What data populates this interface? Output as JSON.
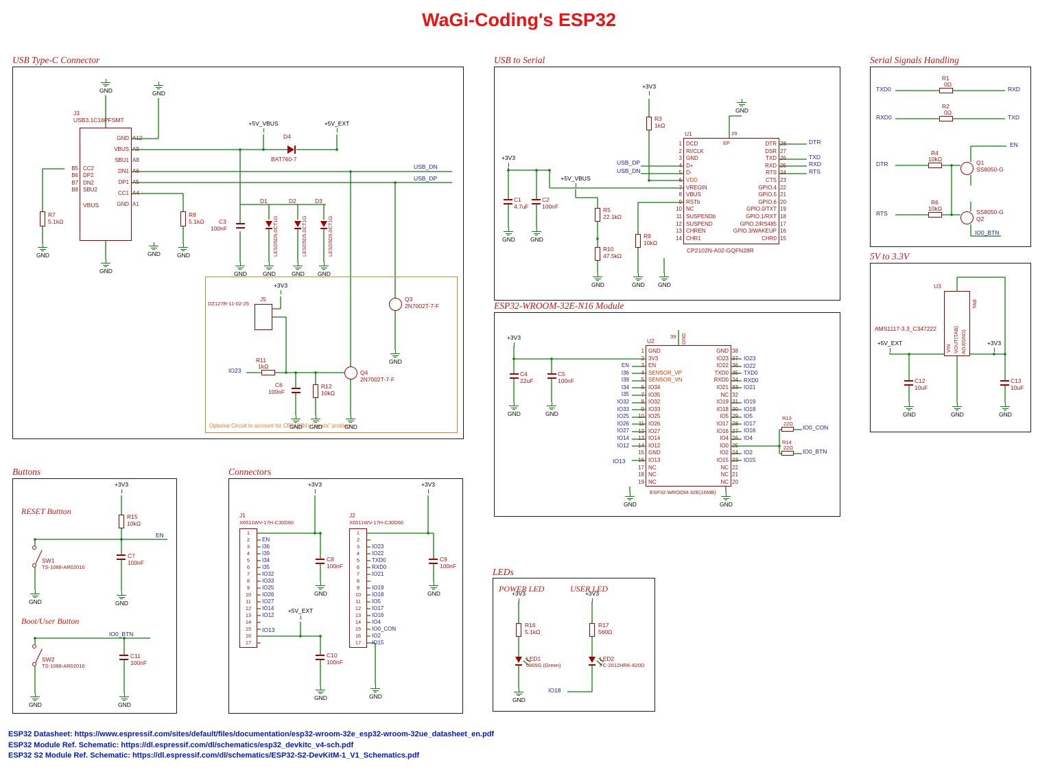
{
  "title": "WaGi-Coding's ESP32",
  "common": {
    "gnd": "GND",
    "v33": "+3V3",
    "v5_vbus": "+5V_VBUS",
    "v5_ext": "+5V_EXT"
  },
  "usb_c": {
    "title": "USB Type-C Connector",
    "j3_ref": "J3",
    "j3_part": "USB3.1C16PFSMT",
    "j3_left_pins": [
      {
        "pad": "B5",
        "name": "CC2"
      },
      {
        "pad": "B6",
        "name": "DP2"
      },
      {
        "pad": "B7",
        "name": "DN2"
      },
      {
        "pad": "B8",
        "name": "SBU2"
      }
    ],
    "j3_right_pins": [
      {
        "pad": "A12",
        "name": "GND"
      },
      {
        "pad": "A9",
        "name": "VBUS"
      },
      {
        "pad": "A8",
        "name": "SBU1"
      },
      {
        "pad": "A6",
        "name": "DN1"
      },
      {
        "pad": "A5",
        "name": "DP1"
      },
      {
        "pad": "A4",
        "name": "CC1"
      },
      {
        "pad": "A1",
        "name": "GND"
      }
    ],
    "vbus_extra": "VBUS",
    "r7_ref": "R7",
    "r7_val": "5.1kΩ",
    "r8_ref": "R8",
    "r8_val": "5.1kΩ",
    "c3_ref": "C3",
    "c3_val": "100nF",
    "d1_ref": "D1",
    "d1_val": "LESD5D5.0CT1G",
    "d2_ref": "D2",
    "d2_val": "LESD5D5.0CT1G",
    "d3_ref": "D3",
    "d3_val": "LESD5D5.0CT1G",
    "d4_ref": "D4",
    "d4_val": "BAT760-7",
    "net_usb_dn": "USB_DN",
    "net_usb_dp": "USB_DP",
    "optional": {
      "note": "Optional Circuit to account for CP2102N's \"errata\" problem",
      "j5_ref": "J5",
      "j5_part": "DZ127R-11-02-25",
      "r11_ref": "R11",
      "r11_val": "1kΩ",
      "r12_ref": "R12",
      "r12_val": "10kΩ",
      "c6_ref": "C6",
      "c6_val": "100nF",
      "q3_ref": "Q3",
      "q3_val": "2N7002T-7-F",
      "q4_ref": "Q4",
      "q4_val": "2N7002T-7-F",
      "net_io23": "IO23"
    }
  },
  "usb_serial": {
    "title": "USB to Serial",
    "u1_ref": "U1",
    "u1_part": "CP2102N-A02-GQFN28R",
    "ep_name": "EP",
    "ep_num": "29",
    "left_pins": [
      {
        "n": "1",
        "name": "DCD"
      },
      {
        "n": "2",
        "name": "RI/CLK"
      },
      {
        "n": "3",
        "name": "GND"
      },
      {
        "n": "4",
        "name": "D+"
      },
      {
        "n": "5",
        "name": "D-"
      },
      {
        "n": "6",
        "name": "VDD"
      },
      {
        "n": "7",
        "name": "VREGIN"
      },
      {
        "n": "8",
        "name": "VBUS"
      },
      {
        "n": "9",
        "name": "RSTb"
      },
      {
        "n": "10",
        "name": "NC"
      },
      {
        "n": "11",
        "name": "SUSPENDb"
      },
      {
        "n": "12",
        "name": "SUSPEND"
      },
      {
        "n": "13",
        "name": "CHREN"
      },
      {
        "n": "14",
        "name": "CHR1"
      }
    ],
    "right_pins": [
      {
        "n": "28",
        "name": "DTR"
      },
      {
        "n": "27",
        "name": "DSR"
      },
      {
        "n": "26",
        "name": "TXD"
      },
      {
        "n": "25",
        "name": "RXD"
      },
      {
        "n": "24",
        "name": "RTS"
      },
      {
        "n": "23",
        "name": "CTS"
      },
      {
        "n": "22",
        "name": "GPIO.4"
      },
      {
        "n": "21",
        "name": "GPIO.5"
      },
      {
        "n": "20",
        "name": "GPIO.6"
      },
      {
        "n": "19",
        "name": "GPIO.0/TXT"
      },
      {
        "n": "18",
        "name": "GPIO.1/RXT"
      },
      {
        "n": "17",
        "name": "GPIO.2/RS485"
      },
      {
        "n": "16",
        "name": "GPIO.3/WAKEUP"
      },
      {
        "n": "15",
        "name": "CHR0"
      }
    ],
    "r3_ref": "R3",
    "r3_val": "1kΩ",
    "c1_ref": "C1",
    "c1_val": "4.7uF",
    "c2_ref": "C2",
    "c2_val": "100nF",
    "r5_ref": "R5",
    "r5_val": "22.1kΩ",
    "r9_ref": "R9",
    "r9_val": "10kΩ",
    "r10_ref": "R10",
    "r10_val": "47.5kΩ",
    "net_usb_dp": "USB_DP",
    "net_usb_dn": "USB_DN",
    "net_dtr": "DTR",
    "net_txd": "TXD",
    "net_rxd": "RXD",
    "net_rts": "RTS"
  },
  "serial_handling": {
    "title": "Serial Signals Handling",
    "rows01": [
      {
        "in": "TXD0",
        "ref": "R1",
        "val": "0Ω",
        "out": "RXD"
      },
      {
        "in": "RXD0",
        "ref": "R2",
        "val": "0Ω",
        "out": "TXD"
      }
    ],
    "r4_ref": "R4",
    "r4_val": "10kΩ",
    "r6_ref": "R6",
    "r6_val": "10kΩ",
    "q1_ref": "Q1",
    "q1_val": "SS8050-G",
    "q2_ref": "Q2",
    "q2_val": "SS8050-G",
    "net_dtr": "DTR",
    "net_rts": "RTS",
    "net_en": "EN",
    "net_io0btn": "IO0_BTN"
  },
  "ldo": {
    "title": "5V to 3.3V",
    "u3_ref": "U3",
    "u3_part": "AMS1117-3.3_C347222",
    "pin_vin": "VIN",
    "pin_vout": "VOUT(TAB)",
    "pin_adj": "ADJ(GND)",
    "pin_tab": "TAB",
    "c12_ref": "C12",
    "c12_val": "10uF",
    "c13_ref": "C13",
    "c13_val": "10uF"
  },
  "esp32": {
    "title": "ESP32-WROOM-32E-N16 Module",
    "u2_ref": "U2",
    "u2_part": "ESP32-WROOM-32E(16MB)",
    "top_pin_name": "GND",
    "top_pin_num": "39",
    "left_pins": [
      {
        "n": "1",
        "name": "GND"
      },
      {
        "n": "2",
        "name": "3V3"
      },
      {
        "n": "3",
        "name": "EN"
      },
      {
        "n": "4",
        "name": "SENSOR_VP"
      },
      {
        "n": "5",
        "name": "SENSOR_VN"
      },
      {
        "n": "6",
        "name": "IO34"
      },
      {
        "n": "7",
        "name": "IO35"
      },
      {
        "n": "8",
        "name": "IO32"
      },
      {
        "n": "9",
        "name": "IO33"
      },
      {
        "n": "10",
        "name": "IO25"
      },
      {
        "n": "11",
        "name": "IO26"
      },
      {
        "n": "12",
        "name": "IO27"
      },
      {
        "n": "13",
        "name": "IO14"
      },
      {
        "n": "14",
        "name": "IO12"
      },
      {
        "n": "15",
        "name": "GND"
      },
      {
        "n": "16",
        "name": "IO13"
      },
      {
        "n": "17",
        "name": "NC"
      },
      {
        "n": "18",
        "name": "NC"
      },
      {
        "n": "19",
        "name": "NC"
      }
    ],
    "right_pins": [
      {
        "n": "38",
        "name": "GND"
      },
      {
        "n": "37",
        "name": "IO23"
      },
      {
        "n": "36",
        "name": "IO22"
      },
      {
        "n": "35",
        "name": "TXD0"
      },
      {
        "n": "34",
        "name": "RXD0"
      },
      {
        "n": "33",
        "name": "IO21"
      },
      {
        "n": "32",
        "name": "NC"
      },
      {
        "n": "31",
        "name": "IO19"
      },
      {
        "n": "30",
        "name": "IO18"
      },
      {
        "n": "29",
        "name": "IO5"
      },
      {
        "n": "28",
        "name": "IO17"
      },
      {
        "n": "27",
        "name": "IO16"
      },
      {
        "n": "26",
        "name": "IO4"
      },
      {
        "n": "25",
        "name": "IO0"
      },
      {
        "n": "24",
        "name": "IO2"
      },
      {
        "n": "23",
        "name": "IO15"
      },
      {
        "n": "22",
        "name": "NC"
      },
      {
        "n": "21",
        "name": "NC"
      },
      {
        "n": "20",
        "name": "NC"
      }
    ],
    "left_nets": [
      "EN",
      "I36",
      "I39",
      "I34",
      "I35",
      "IO32",
      "IO33",
      "IO25",
      "IO26",
      "IO27",
      "IO14",
      "IO12"
    ],
    "left_net_io13": "IO13",
    "right_nets1": [
      "IO23",
      "IO22",
      "TXD0",
      "RXD0",
      "IO21"
    ],
    "right_nets2": [
      "IO19",
      "IO18",
      "IO5",
      "IO17",
      "IO16",
      "IO4"
    ],
    "right_nets3": [
      "IO2",
      "IO15"
    ],
    "c4_ref": "C4",
    "c4_val": "22uF",
    "c5_ref": "C5",
    "c5_val": "100nF",
    "r13_ref": "R13",
    "r13_val": "22Ω",
    "r14_ref": "R14",
    "r14_val": "22Ω",
    "net_io0con": "IO0_CON",
    "net_io0btn": "IO0_BTN"
  },
  "buttons": {
    "title": "Buttons",
    "reset_title": "RESET Buttton",
    "boot_title": "Boot/User Button",
    "r15_ref": "R15",
    "r15_val": "10kΩ",
    "c7_ref": "C7",
    "c7_val": "100nF",
    "c11_ref": "C11",
    "c11_val": "100nF",
    "sw1_ref": "SW1",
    "sw1_part": "TS-1088-AR02016",
    "sw2_ref": "SW2",
    "sw2_part": "TS-1088-AR02016",
    "net_en": "EN",
    "net_io0btn": "IO0_BTN"
  },
  "connectors": {
    "title": "Connectors",
    "j1_ref": "J1",
    "j1_part": "X6511WV-17H-C30D60",
    "j2_ref": "J2",
    "j2_part": "X6511WV-17H-C30D60",
    "pins17": [
      "1",
      "2",
      "3",
      "4",
      "5",
      "6",
      "7",
      "8",
      "9",
      "10",
      "11",
      "12",
      "13",
      "14",
      "15",
      "16",
      "17"
    ],
    "j1_nets": [
      "EN",
      "I36",
      "I39",
      "I34",
      "I35",
      "IO32",
      "IO33",
      "IO25",
      "IO26",
      "IO27",
      "IO14",
      "IO12"
    ],
    "j1_net_io13": "IO13",
    "j2_nets1": [
      "IO23",
      "IO22",
      "TXD0",
      "RXD0",
      "IO21"
    ],
    "j2_nets2": [
      "IO19",
      "IO18",
      "IO5",
      "IO17",
      "IO16",
      "IO4",
      "IO0_CON",
      "IO2",
      "IO15"
    ],
    "c8_ref": "C8",
    "c8_val": "100nF",
    "c9_ref": "C9",
    "c9_val": "100nF",
    "c10_ref": "C10",
    "c10_val": "100nF"
  },
  "leds": {
    "title": "LEDs",
    "power_title": "POWER LED",
    "user_title": "USER LED",
    "r16_ref": "R16",
    "r16_val": "5.1kΩ",
    "r17_ref": "R17",
    "r17_val": "560Ω",
    "led1_ref": "LED1",
    "led1_val": "0805G (Green)",
    "led2_ref": "LED2",
    "led2_val": "FC-2012HRK-620D",
    "net_io18": "IO18"
  },
  "footer": {
    "lines": [
      "ESP32 Datasheet: https://www.espressif.com/sites/default/files/documentation/esp32-wroom-32e_esp32-wroom-32ue_datasheet_en.pdf",
      "ESP32 Module Ref. Schematic: https://dl.espressif.com/dl/schematics/esp32_devkitc_v4-sch.pdf",
      "ESP32 S2 Module Ref. Schematic: https://dl.espressif.com/dl/schematics/ESP32-S2-DevKitM-1_V1_Schematics.pdf"
    ]
  }
}
